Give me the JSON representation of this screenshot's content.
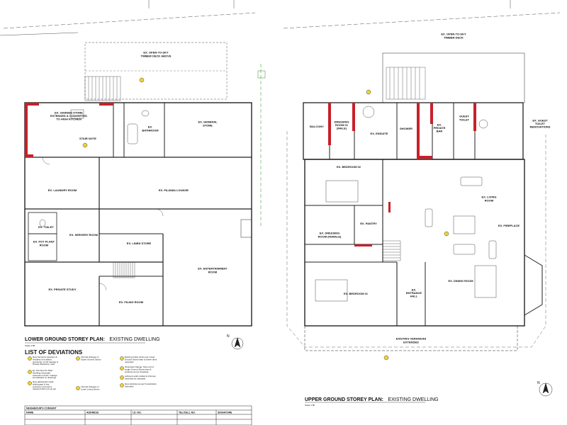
{
  "drawing": {
    "lower_plan": {
      "title_bold": "LOWER GROUND STOREY PLAN:",
      "title_rest": "EXISTING DWELLING",
      "scale": "Scale 1:50",
      "rooms": {
        "open_deck_above": "EX. OPEN-TO-SKY\nTIMBER DECK ABOVE",
        "garden_store": "EX. GARDEN STORE\nEXTENDED & CONVERTED\nTO HIGH KITCHEN",
        "bathroom": "EX.\nBATHROOM",
        "general_store": "EX. GENERAL\nSTORE",
        "laundry": "EX. LAUNDRY ROOM",
        "pajama_lounge": "EX. PAJAMA LOUNGE",
        "servery": "EX. SERVERY ROOM",
        "linen_store": "EX. LINEN STORE",
        "entertainment": "EX. ENTERTAINMENT\nROOM",
        "private_study": "EX. PRIVATE STUDY",
        "filing_room": "EX. FILING ROOM",
        "toilet": "EX. TOILET",
        "pot_plant": "EX. POT PLANT\nROOM",
        "stair_note": "STAIR NOTE"
      }
    },
    "upper_plan": {
      "title_bold": "UPPER GROUND STOREY PLAN:",
      "title_rest": "EXISTING DWELLING",
      "scale": "Scale 1:50",
      "rooms": {
        "open_deck": "EX. OPEN-TO-SKY\nTIMBER DECK",
        "balcony": "BALCONY",
        "dressing_male": "DRESSING\nROOM 01\n(MALE)",
        "ensuite": "EX. ENSUITE",
        "shower": "SHOWER",
        "private_bar": "EX.\nPRIVATE\nBAR",
        "guest_toilet": "GUEST\nTOILET",
        "bedroom2": "EX. BEDROOM 02",
        "living": "EX. LIVING\nROOM",
        "pantry": "EX. PANTRY",
        "dressing_female": "EX. DRESSING\nROOM (FEMALE)",
        "fireplace": "EX. FIREPLACE",
        "dining": "EX. DINING ROOM",
        "bedroom1": "EX. BEDROOM 01",
        "entrance_hall": "EX.\nENTRANCE\nHALL",
        "verandah": "EXISTING VERANDAH\nEXTENDED",
        "guest_toilet_right": "EX. GUEST\nTOILET\nRENOVATIONS"
      }
    },
    "deviations": {
      "heading": "LIST OF DEVIATIONS",
      "items": [
        "New Servant's Quarters & Ancillary Unit added previously. A Car Garage & Private Workshop. New staircase added externally as indicated",
        "Ex. first floor Ex Main Dwelling Verandah extension into Ex. Garage as indicated on drawings",
        "New galvanised metal sliding gate & site entrance removed & replaced with new as per drawings",
        "Internal changes to Upper Ground Storey",
        "Internal changes to Lower Living Storey",
        "Existing timber deck over Lower Ground Storey kept & timber deck extended",
        "Structural Change: Size roof of single Ground Storey kept & windows as per drawings",
        "Leftovers wall omitted & chimney extended as indicated",
        "New windows as per Fenestration Schedule"
      ]
    },
    "consent_table": {
      "title": "NEIGHBOUR'S CONSENT",
      "headers": [
        "NAME",
        "ADDRESS",
        "I.D. NO.",
        "TEL/CELL NO.",
        "SIGNATURE"
      ]
    },
    "north_label": "N"
  }
}
